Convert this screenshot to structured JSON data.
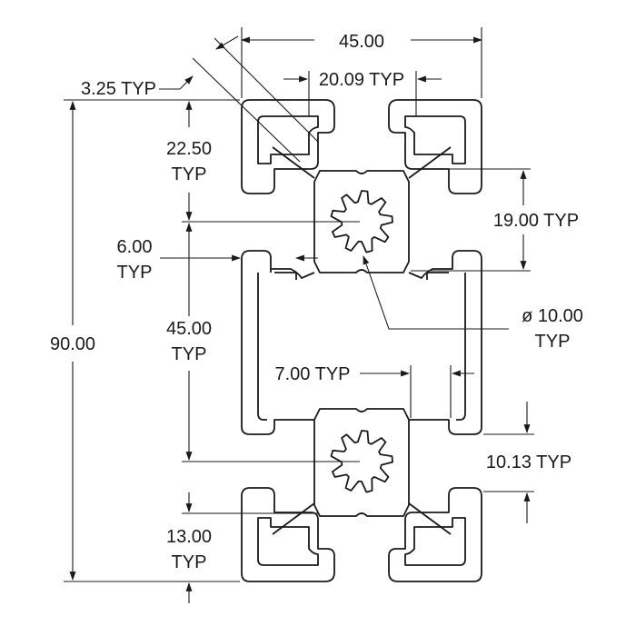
{
  "drawing": {
    "subject": "extrusion cross-section",
    "line_color": "#1a1a1a",
    "background": "#ffffff"
  },
  "dimensions": {
    "width_overall": "45.00",
    "height_overall": "90.00",
    "wall_thickness": "3.25 TYP",
    "slot_opening": "20.09 TYP",
    "slot_pitch_short": "22.50",
    "slot_pitch_short_typ": "TYP",
    "core_size": "19.00 TYP",
    "lip_width": "6.00",
    "lip_width_typ": "TYP",
    "bore_diameter": "ø 10.00",
    "bore_diameter_typ": "TYP",
    "slot_pitch_long": "45.00",
    "slot_pitch_long_typ": "TYP",
    "slot_width": "7.00 TYP",
    "slot_depth": "10.13 TYP",
    "end_offset": "13.00",
    "end_offset_typ": "TYP"
  }
}
